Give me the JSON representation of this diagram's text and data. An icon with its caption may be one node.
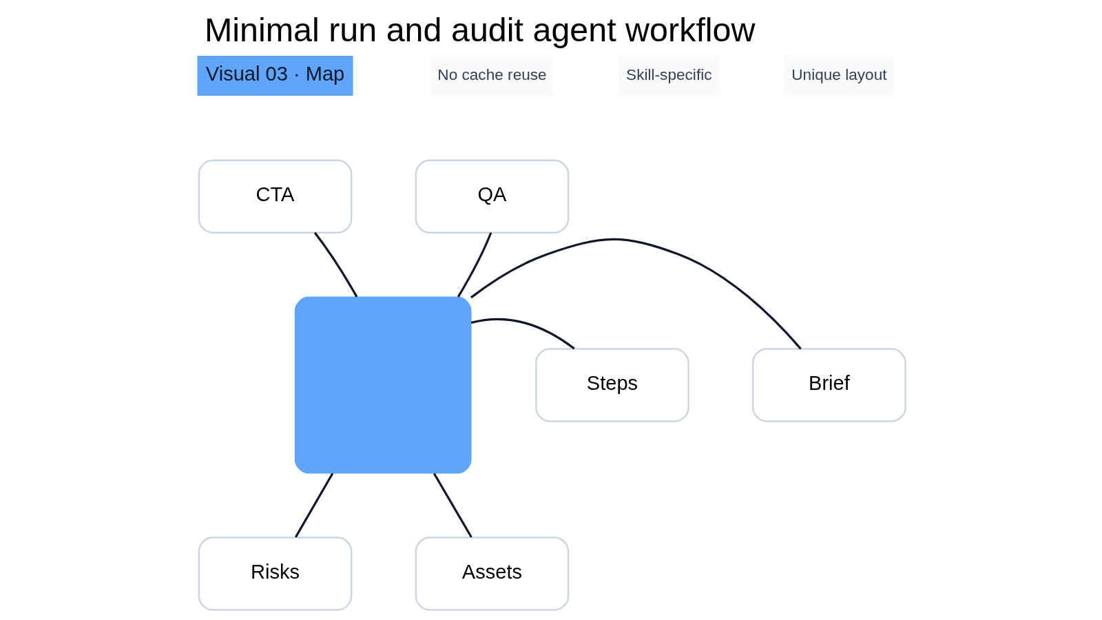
{
  "diagram": {
    "title": "Minimal run and audit agent workflow",
    "nodes": [
      {
        "text": [],
        "shape": "box"
      },
      {
        "text": [
          "CTA"
        ]
      },
      {
        "text": [
          "QA"
        ]
      },
      {
        "text": [
          "Steps"
        ]
      },
      {
        "text": [
          "Brief"
        ]
      },
      {
        "text": [
          "Risks"
        ]
      },
      {
        "text": [
          "Assets"
        ]
      }
    ],
    "edges": [
      {
        "from": 0,
        "to": 1,
        "arrow": "none"
      },
      {
        "from": 0,
        "to": 2,
        "arrow": "none"
      },
      {
        "from": 0,
        "to": 3,
        "arrow": "none"
      },
      {
        "from": 0,
        "to": 4,
        "arrow": "none"
      },
      {
        "from": 0,
        "to": 5,
        "arrow": "none"
      },
      {
        "from": 0,
        "to": 6,
        "arrow": "none"
      }
    ],
    "labels": [
      "Visual 03 · Map",
      "Skill-specific",
      "Unique layout",
      "No cache reuse"
    ]
  }
}
